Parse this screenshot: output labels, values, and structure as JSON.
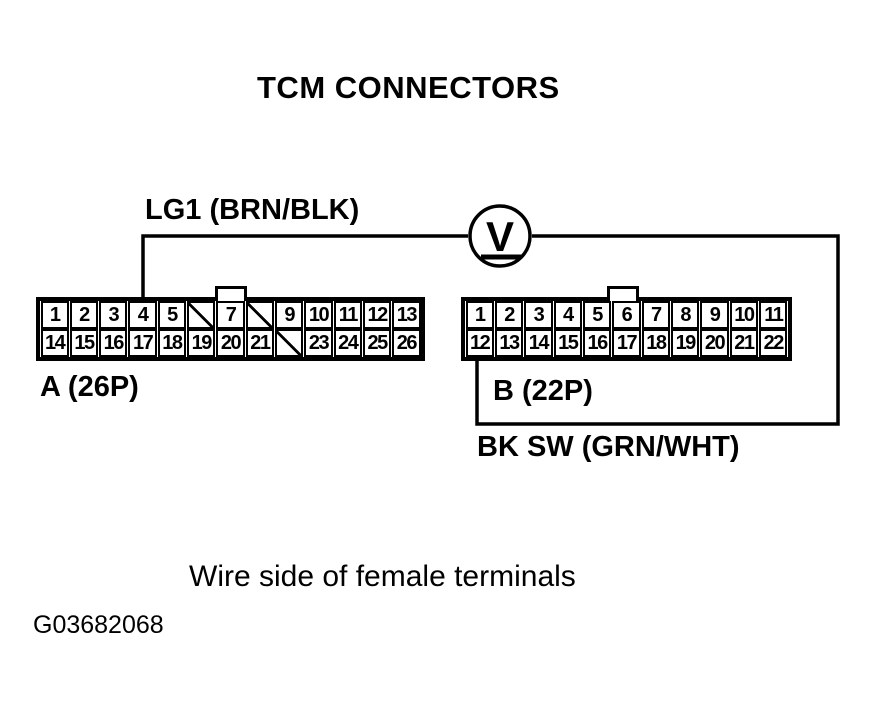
{
  "title": "TCM CONNECTORS",
  "wires": {
    "lg1_label": "LG1 (BRN/BLK)",
    "bksw_label": "BK SW (GRN/WHT)"
  },
  "meter": {
    "type": "voltmeter",
    "symbol": "V"
  },
  "connectors": {
    "a": {
      "label": "A (26P)",
      "rows": [
        [
          "1",
          "2",
          "3",
          "4",
          "5",
          "/",
          "7",
          "/",
          "9",
          "10",
          "11",
          "12",
          "13"
        ],
        [
          "14",
          "15",
          "16",
          "17",
          "18",
          "19",
          "20",
          "21",
          "/",
          "23",
          "24",
          "25",
          "26"
        ]
      ]
    },
    "b": {
      "label": "B (22P)",
      "rows": [
        [
          "1",
          "2",
          "3",
          "4",
          "5",
          "6",
          "7",
          "8",
          "9",
          "10",
          "11"
        ],
        [
          "12",
          "13",
          "14",
          "15",
          "16",
          "17",
          "18",
          "19",
          "20",
          "21",
          "22"
        ]
      ]
    }
  },
  "footer": {
    "caption": "Wire side of female terminals",
    "figure_id": "G03682068"
  },
  "colors": {
    "ink": "#000000",
    "paper": "#ffffff"
  }
}
